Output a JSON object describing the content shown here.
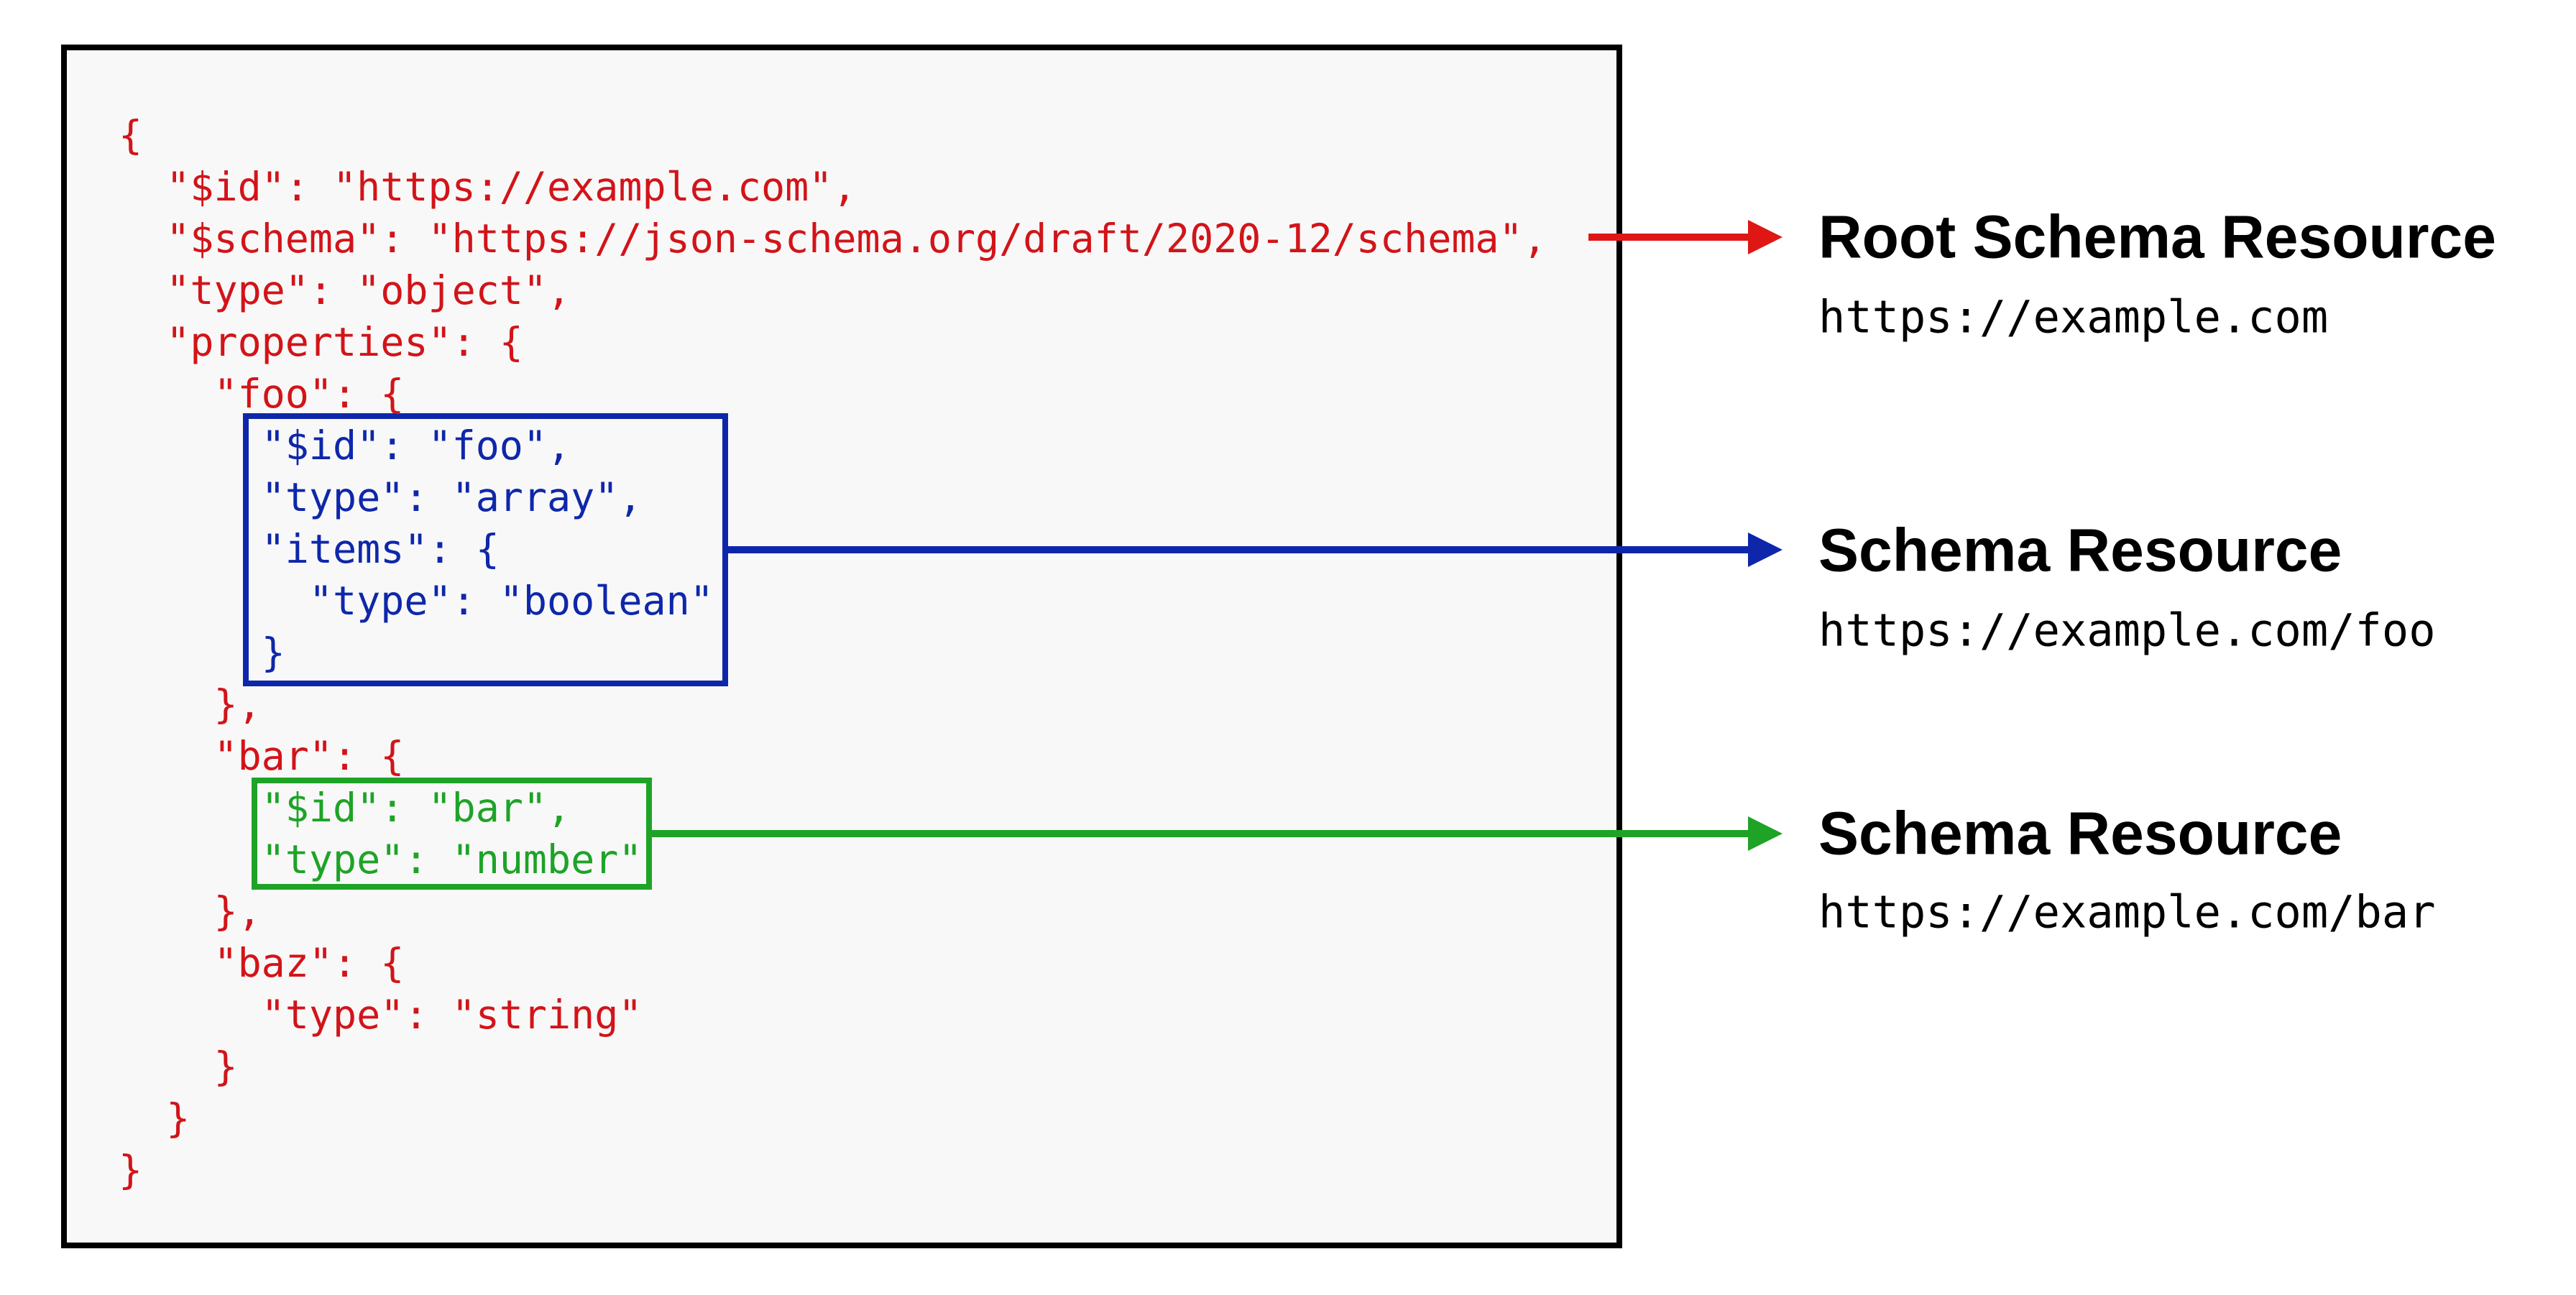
{
  "diagram": {
    "description": "JSON Schema resources diagram",
    "colors": {
      "red": "#d21419",
      "blue": "#0e27aa",
      "green": "#1ea327",
      "code_box_background": "#f8f8f8",
      "code_box_border": "#000000",
      "label_text": "#000000"
    },
    "code_lines": [
      {
        "text": "{",
        "indent": 0,
        "color": "red"
      },
      {
        "text": "\"$id\": \"https://example.com\",",
        "indent": 1,
        "color": "red"
      },
      {
        "text": "\"$schema\": \"https://json-schema.org/draft/2020-12/schema\",",
        "indent": 1,
        "color": "red"
      },
      {
        "text": "\"type\": \"object\",",
        "indent": 1,
        "color": "red"
      },
      {
        "text": "\"properties\": {",
        "indent": 1,
        "color": "red"
      },
      {
        "text": "\"foo\": {",
        "indent": 2,
        "color": "red"
      },
      {
        "text": "\"$id\": \"foo\",",
        "indent": 3,
        "color": "blue"
      },
      {
        "text": "\"type\": \"array\",",
        "indent": 3,
        "color": "blue"
      },
      {
        "text": "\"items\": {",
        "indent": 3,
        "color": "blue"
      },
      {
        "text": "\"type\": \"boolean\"",
        "indent": 4,
        "color": "blue"
      },
      {
        "text": "}",
        "indent": 3,
        "color": "blue"
      },
      {
        "text": "},",
        "indent": 2,
        "color": "red"
      },
      {
        "text": "\"bar\": {",
        "indent": 2,
        "color": "red"
      },
      {
        "text": "\"$id\": \"bar\",",
        "indent": 3,
        "color": "green"
      },
      {
        "text": "\"type\": \"number\"",
        "indent": 3,
        "color": "green"
      },
      {
        "text": "},",
        "indent": 2,
        "color": "red"
      },
      {
        "text": "\"baz\": {",
        "indent": 2,
        "color": "red"
      },
      {
        "text": "\"type\": \"string\"",
        "indent": 3,
        "color": "red"
      },
      {
        "text": "}",
        "indent": 2,
        "color": "red"
      },
      {
        "text": "}",
        "indent": 1,
        "color": "red"
      },
      {
        "text": "}",
        "indent": 0,
        "color": "red"
      }
    ],
    "annotations": [
      {
        "title": "Root Schema Resource",
        "url": "https://example.com",
        "color": "red"
      },
      {
        "title": "Schema Resource",
        "url": "https://example.com/foo",
        "color": "blue"
      },
      {
        "title": "Schema Resource",
        "url": "https://example.com/bar",
        "color": "green"
      }
    ]
  }
}
